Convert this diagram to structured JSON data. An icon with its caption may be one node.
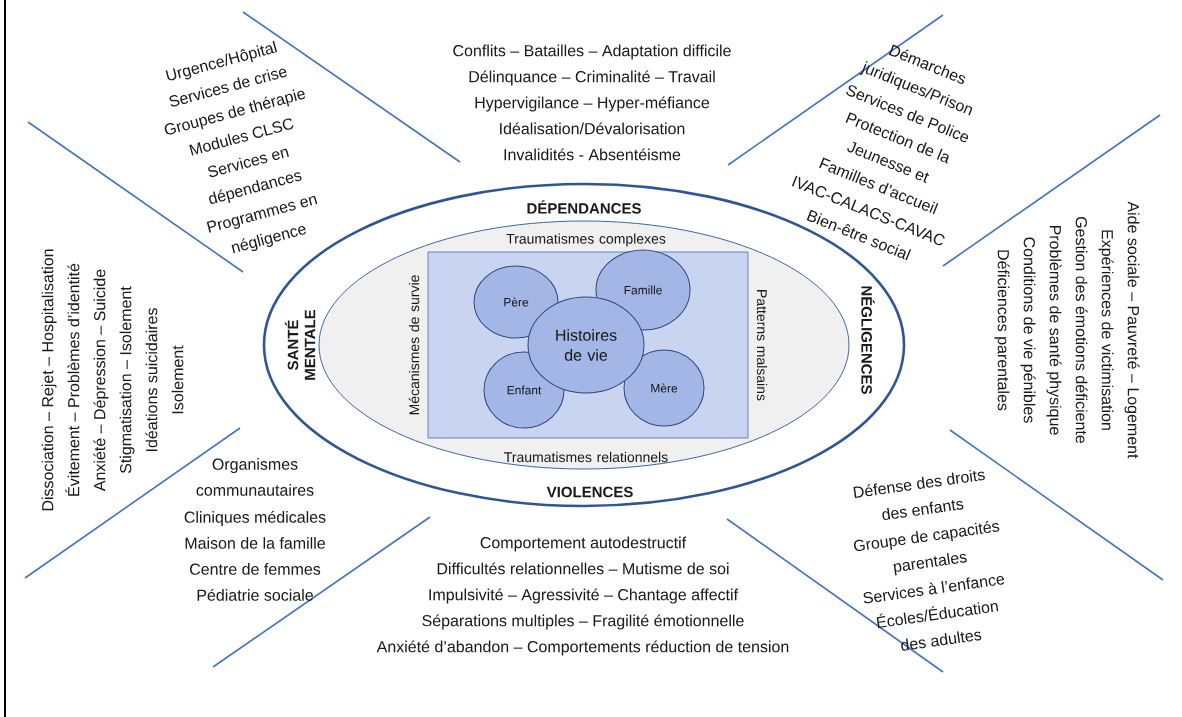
{
  "diagram": {
    "nodes": [
      {
        "text": [
          "DÉPENDANCES",
          "SANTÉ MENTALE",
          "NÉGLIGENCES",
          "VIOLENCES"
        ]
      },
      {
        "text": [
          "Traumatismes complexes",
          "Mécanismes de survie",
          "Patterns malsains",
          "Traumatismes relationnels"
        ],
        "in": 0
      },
      {
        "text": [],
        "shape": "box",
        "in": 1
      },
      {
        "text": [
          "Père"
        ],
        "in": 2
      },
      {
        "text": [
          "Famille"
        ],
        "in": 2
      },
      {
        "text": [
          "Histoires de vie"
        ],
        "in": 2
      },
      {
        "text": [
          "Enfant"
        ],
        "in": 2
      },
      {
        "text": [
          "Mère"
        ],
        "in": 2
      }
    ],
    "labels": [
      "Urgence/Hôpital",
      "Services de crise",
      "Groupes de thérapie",
      "Modules CLSC",
      "Services en dépendances",
      "Programmes en négligence",
      "Conflits – Batailles – Adaptation difficile",
      "Délinquance – Criminalité – Travail",
      "Hypervigilance – Hyper-méfiance",
      "Idéalisation/Dévalorisation",
      "Invalidités - Absentéisme",
      "Démarches juridiques/Prison",
      "Services de Police",
      "Protection de la Jeunesse et Familles d’accueil",
      "IVAC-CALACS-CAVAC",
      "Bien-être social",
      "Dissociation – Rejet – Hospitalisation",
      "Évitement – Problèmes d’identité",
      "Anxiété – Dépression – Suicide",
      "Stigmatisation – Isolement",
      "Idéations suicidaires",
      "Isolement",
      "Aide sociale – Pauvreté – Logement",
      "Expériences de victimisation",
      "Gestion des émotions déficiente",
      "Problèmes de santé physique",
      "Conditions de vie pénibles",
      "Déficiences parentales",
      "Organismes communautaires",
      "Cliniques médicales",
      "Maison de la famille",
      "Centre de femmes",
      "Pédiatrie sociale",
      "Comportement autodestructif",
      "Difficultés relationnelles – Mutisme de soi",
      "Impulsivité – Agressivité – Chantage affectif",
      "Séparations multiples – Fragilité émotionnelle",
      "Anxiété d’abandon – Comportements réduction de tension",
      "Défense des droits des enfants",
      "Groupe de capacités parentales",
      "Services à l’enfance",
      "Écoles/Éducation des adultes"
    ]
  }
}
